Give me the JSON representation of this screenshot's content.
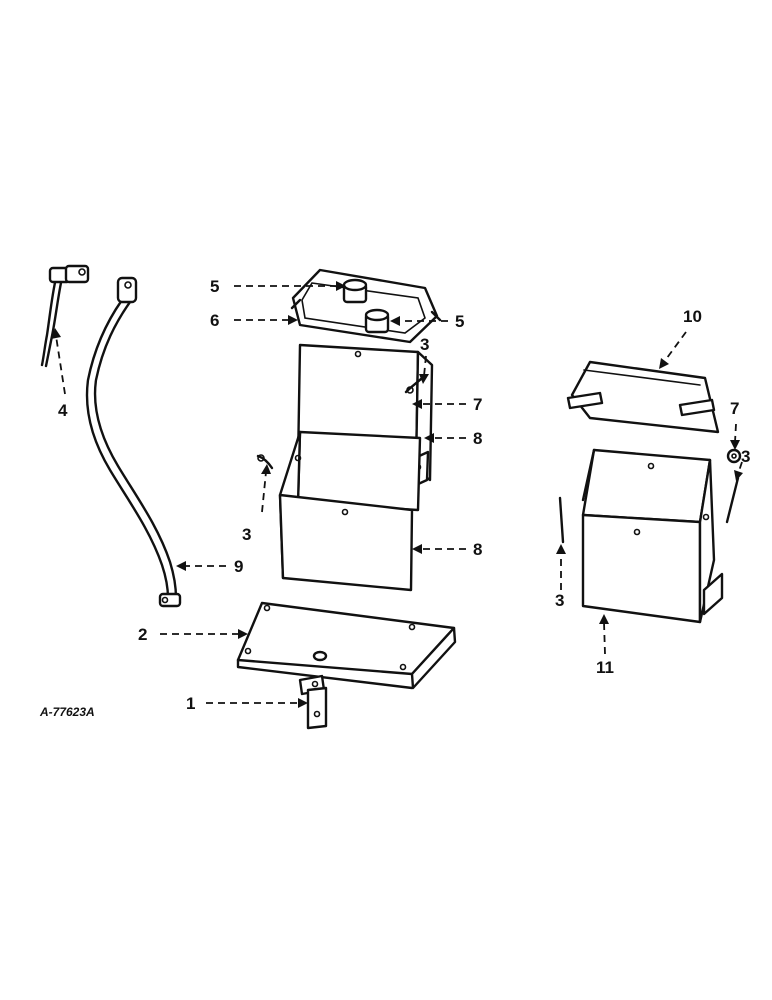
{
  "figure": {
    "id_label": "A-77623A",
    "callouts": {
      "c1": "1",
      "c2": "2",
      "c3a": "3",
      "c3b": "3",
      "c3c": "3",
      "c3d": "3",
      "c4": "4",
      "c5a": "5",
      "c5b": "5",
      "c6": "6",
      "c7a": "7",
      "c7b": "7",
      "c8a": "8",
      "c8b": "8",
      "c9": "9",
      "c10": "10",
      "c11": "11"
    }
  },
  "colors": {
    "ink": "#111111",
    "paper": "#ffffff"
  }
}
